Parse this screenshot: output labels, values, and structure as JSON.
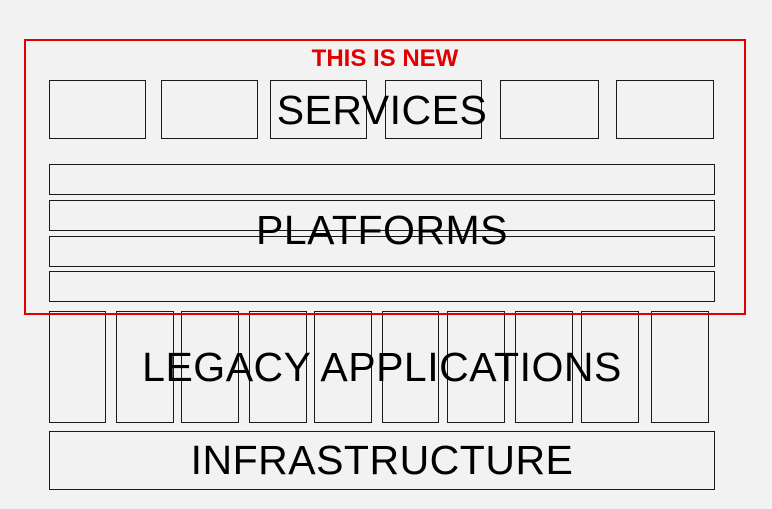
{
  "diagram": {
    "new_label": "THIS IS NEW",
    "services_label": "SERVICES",
    "platforms_label": "PLATFORMS",
    "legacy_label": "LEGACY APPLICATIONS",
    "infrastructure_label": "INFRASTRUCTURE"
  },
  "colors": {
    "highlight": "#e00000",
    "stroke": "#1a1a1a",
    "background": "#f2f2f2"
  }
}
